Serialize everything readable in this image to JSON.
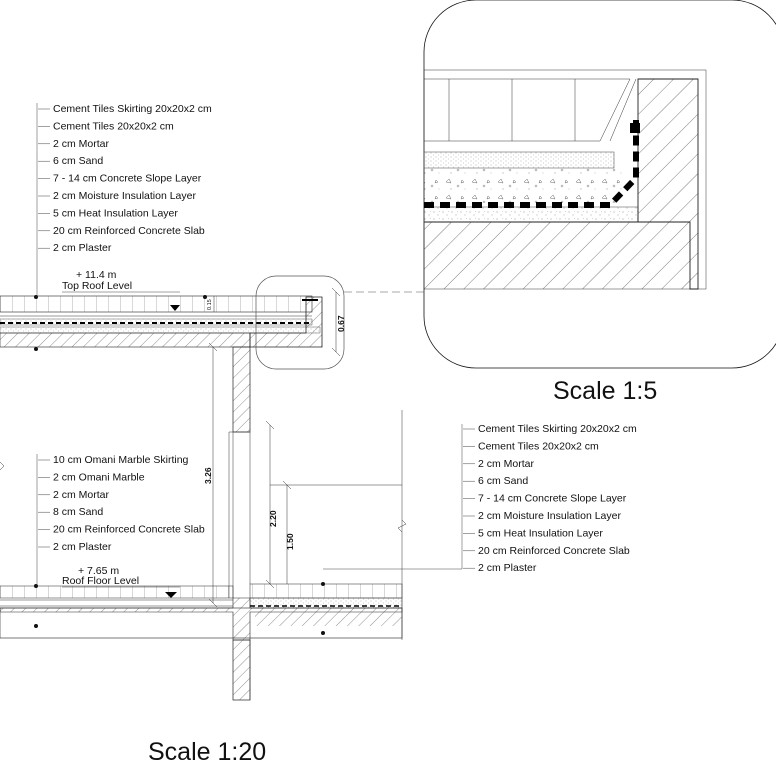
{
  "roof_layers": [
    "Cement Tiles Skirting 20x20x2 cm",
    "Cement Tiles 20x20x2 cm",
    "2 cm Mortar",
    "6 cm Sand",
    "7 - 14 cm Concrete Slope Layer",
    "2 cm Moisture Insulation Layer",
    "5 cm Heat Insulation Layer",
    "20 cm Reinforced Concrete Slab",
    "2 cm Plaster"
  ],
  "floor_layers": [
    "10 cm Omani Marble Skirting",
    "2 cm Omani Marble",
    "2 cm Mortar",
    "8 cm Sand",
    "20 cm Reinforced Concrete Slab",
    "2 cm Plaster"
  ],
  "right_layers": [
    "Cement Tiles Skirting 20x20x2 cm",
    "Cement Tiles 20x20x2 cm",
    "2 cm Mortar",
    "6 cm Sand",
    "7 - 14 cm Concrete Slope Layer",
    "2 cm Moisture Insulation Layer",
    "5 cm Heat Insulation Layer",
    "20 cm Reinforced Concrete Slab",
    "2 cm Plaster"
  ],
  "levels": {
    "top_value": "+ 11.4 m",
    "top_name": "Top Roof Level",
    "floor_value": "+ 7.65 m",
    "floor_name": "Roof Floor Level"
  },
  "dimensions": {
    "parapet": "0.67",
    "skirting": "0.15",
    "wall_height": "3.26",
    "opening_height": "2.20",
    "sill_height": "1.50"
  },
  "scales": {
    "detail": "Scale 1:5",
    "main": "Scale 1:20"
  }
}
